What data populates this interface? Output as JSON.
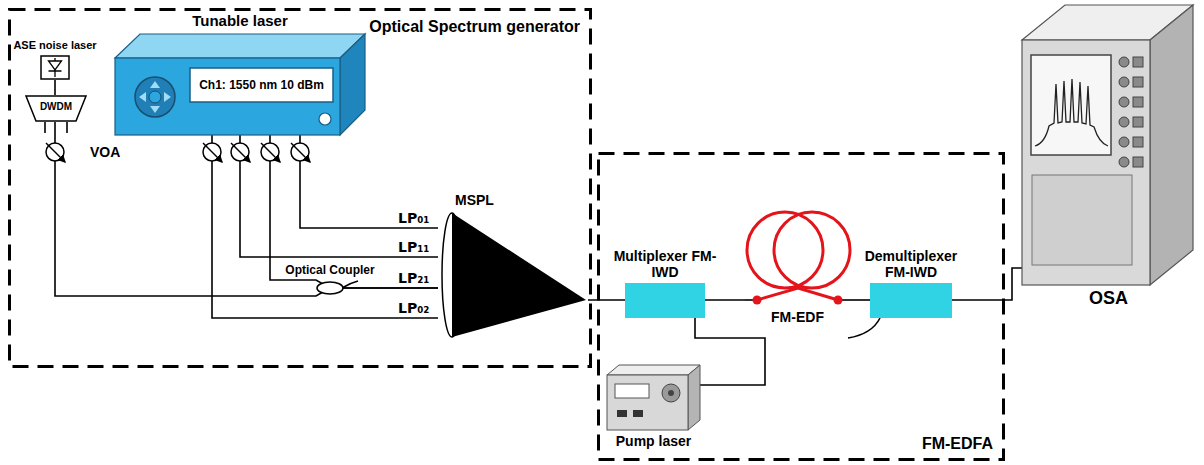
{
  "diagram": {
    "nodes": [
      {
        "text": [
          "Optical Spectrum generator"
        ]
      },
      {
        "text": [
          "ASE noise laser"
        ],
        "in": 0
      },
      {
        "text": [
          "DWDM"
        ],
        "in": 0
      },
      {
        "text": [
          "Tunable laser",
          "Ch1: 1550 nm 10 dBm"
        ],
        "in": 0
      },
      {
        "text": [
          "MSPL"
        ],
        "in": 0
      },
      {
        "text": [
          "FM-EDFA"
        ]
      },
      {
        "text": [
          "Multiplexer FM-IWD"
        ],
        "in": 5
      },
      {
        "text": [
          "FM-EDF"
        ],
        "in": 5
      },
      {
        "text": [
          "Demultiplexer FM-IWD"
        ],
        "in": 5
      },
      {
        "text": [
          "Pump laser"
        ],
        "in": 5
      },
      {
        "text": [
          "OSA"
        ]
      }
    ],
    "edges": [
      {
        "from": 1,
        "to": 2,
        "arrow": "none"
      },
      {
        "from": 2,
        "to": 4,
        "arrow": "none"
      },
      {
        "from": 3,
        "to": 4,
        "arrow": "none"
      },
      {
        "from": 3,
        "to": 4,
        "arrow": "none"
      },
      {
        "from": 3,
        "to": 4,
        "arrow": "none"
      },
      {
        "from": 3,
        "to": 4,
        "arrow": "none"
      },
      {
        "from": 4,
        "to": 6,
        "arrow": "none"
      },
      {
        "from": 6,
        "to": 7,
        "arrow": "none"
      },
      {
        "from": 7,
        "to": 8,
        "arrow": "none"
      },
      {
        "from": 8,
        "to": 10,
        "arrow": "none"
      },
      {
        "from": 9,
        "to": 6,
        "arrow": "none"
      }
    ],
    "labels": [
      "VOA",
      "Optical Coupler",
      "LP₀₁",
      "LP₁₁",
      "LP₂₁",
      "LP₀₂"
    ]
  }
}
